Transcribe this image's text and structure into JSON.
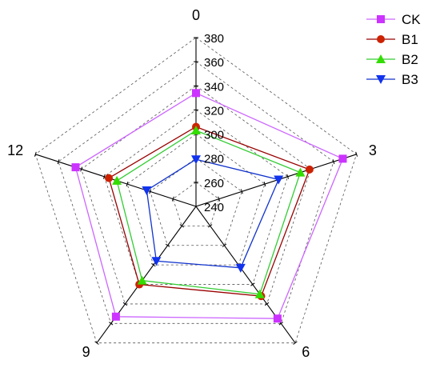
{
  "chart_data": {
    "type": "radar",
    "title": "",
    "axes": [
      "0",
      "3",
      "6",
      "9",
      "12"
    ],
    "rlim": [
      240,
      380
    ],
    "rticks": [
      240,
      260,
      280,
      300,
      320,
      340,
      360,
      380
    ],
    "rtick_labels": [
      "240",
      "260",
      "280",
      "300",
      "320",
      "340",
      "360",
      "380"
    ],
    "grid": true,
    "legend_position": "top-right",
    "series": [
      {
        "name": "CK",
        "color": "#cc33ff",
        "line_color": "#cc66ff",
        "marker": "square",
        "values": [
          334,
          368,
          355,
          353,
          345
        ]
      },
      {
        "name": "B1",
        "color": "#cc2200",
        "line_color": "#990000",
        "marker": "circle",
        "values": [
          306,
          339,
          332,
          320,
          316
        ]
      },
      {
        "name": "B2",
        "color": "#33dd00",
        "line_color": "#33cc33",
        "marker": "triangle-up",
        "values": [
          303,
          331,
          330,
          316,
          309
        ]
      },
      {
        "name": "B3",
        "color": "#1133ee",
        "line_color": "#1133cc",
        "marker": "triangle-down",
        "values": [
          279,
          312,
          303,
          296,
          283
        ]
      }
    ]
  }
}
